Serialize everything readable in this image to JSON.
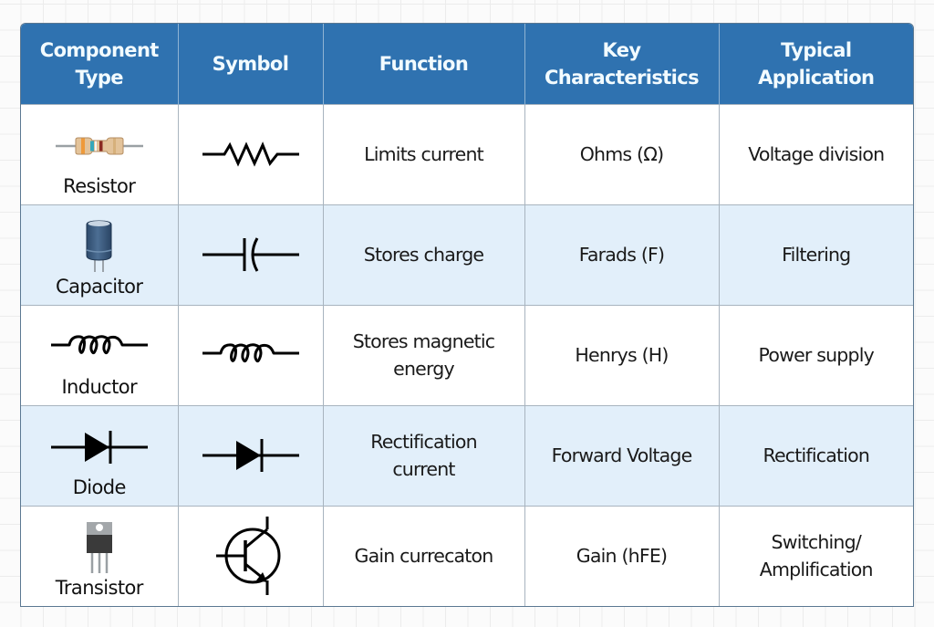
{
  "table": {
    "headers": [
      {
        "label": "Component Type"
      },
      {
        "label": "Symbol"
      },
      {
        "label": "Function"
      },
      {
        "label": "Key Characteristics"
      },
      {
        "label": "Typical Application"
      }
    ],
    "rows": [
      {
        "component": "Resistor",
        "illustration_icon": "resistor-component-icon",
        "symbol_icon": "resistor-symbol-icon",
        "function": "Limits current",
        "characteristics": "Ohms (Ω)",
        "application": "Voltage division"
      },
      {
        "component": "Capacitor",
        "illustration_icon": "capacitor-component-icon",
        "symbol_icon": "capacitor-symbol-icon",
        "function": "Stores charge",
        "characteristics": "Farads (F)",
        "application": "Filtering"
      },
      {
        "component": "Inductor",
        "illustration_icon": "inductor-component-icon",
        "symbol_icon": "inductor-symbol-icon",
        "function": "Stores magnetic energy",
        "characteristics": "Henrys (H)",
        "application": "Power supply"
      },
      {
        "component": "Diode",
        "illustration_icon": "diode-component-icon",
        "symbol_icon": "diode-symbol-icon",
        "function": "Rectification current",
        "characteristics": "Forward Voltage",
        "application": "Rectification"
      },
      {
        "component": "Transistor",
        "illustration_icon": "transistor-component-icon",
        "symbol_icon": "transistor-symbol-icon",
        "function": "Gain currecaton",
        "characteristics": "Gain (hFE)",
        "application": "Switching/ Amplification"
      }
    ]
  },
  "colors": {
    "header_bg": "#2f72b0",
    "header_text": "#f2fbff",
    "row_alt_bg": "#e2effa",
    "row_bg": "#ffffff",
    "grid_line": "#a8b4bf",
    "background": "#fbfbfb"
  }
}
